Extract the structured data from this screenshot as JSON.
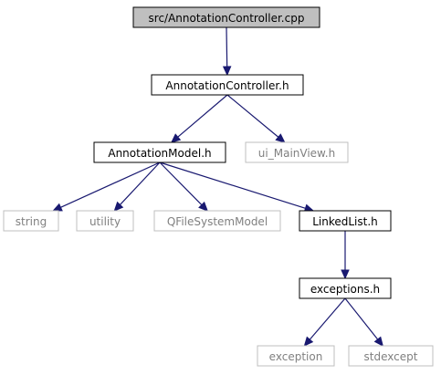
{
  "diagram": {
    "nodes": [
      {
        "id": "annotation-controller-cpp",
        "label": "src/AnnotationController.cpp",
        "kind": "root"
      },
      {
        "id": "annotation-controller-h",
        "label": "AnnotationController.h",
        "kind": "local"
      },
      {
        "id": "annotation-model-h",
        "label": "AnnotationModel.h",
        "kind": "local"
      },
      {
        "id": "ui-mainview-h",
        "label": "ui_MainView.h",
        "kind": "external"
      },
      {
        "id": "string",
        "label": "string",
        "kind": "external"
      },
      {
        "id": "utility",
        "label": "utility",
        "kind": "external"
      },
      {
        "id": "qfilesystemmodel",
        "label": "QFileSystemModel",
        "kind": "external"
      },
      {
        "id": "linkedlist-h",
        "label": "LinkedList.h",
        "kind": "local"
      },
      {
        "id": "exceptions-h",
        "label": "exceptions.h",
        "kind": "local"
      },
      {
        "id": "exception",
        "label": "exception",
        "kind": "external"
      },
      {
        "id": "stdexcept",
        "label": "stdexcept",
        "kind": "external"
      }
    ],
    "edges": [
      {
        "from": "annotation-controller-cpp",
        "to": "annotation-controller-h"
      },
      {
        "from": "annotation-controller-h",
        "to": "annotation-model-h"
      },
      {
        "from": "annotation-controller-h",
        "to": "ui-mainview-h"
      },
      {
        "from": "annotation-model-h",
        "to": "string"
      },
      {
        "from": "annotation-model-h",
        "to": "utility"
      },
      {
        "from": "annotation-model-h",
        "to": "qfilesystemmodel"
      },
      {
        "from": "annotation-model-h",
        "to": "linkedlist-h"
      },
      {
        "from": "linkedlist-h",
        "to": "exceptions-h"
      },
      {
        "from": "exceptions-h",
        "to": "exception"
      },
      {
        "from": "exceptions-h",
        "to": "stdexcept"
      }
    ],
    "colors": {
      "edge": "#191970",
      "root_fill": "#bfbfbf",
      "local_border": "#000000",
      "external_border": "#bfbfbf",
      "external_text": "#808080"
    }
  }
}
